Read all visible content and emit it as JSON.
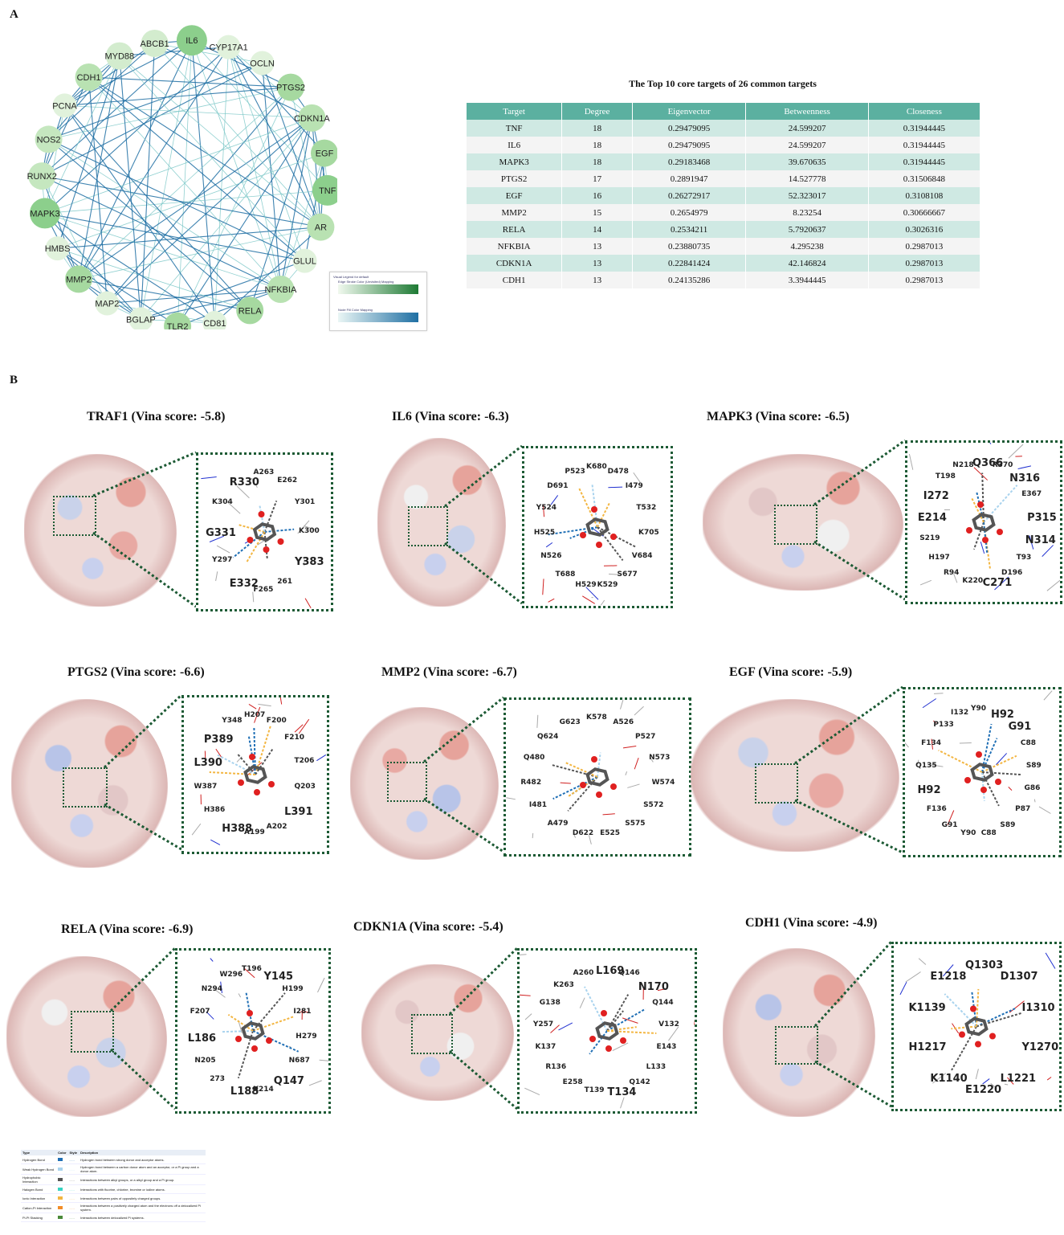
{
  "panels": {
    "a": "A",
    "b": "B"
  },
  "network": {
    "nodes": [
      {
        "label": "IL6",
        "color": "#8ccf8c"
      },
      {
        "label": "CYP17A1",
        "color": "#e1f2dc"
      },
      {
        "label": "OCLN",
        "color": "#e1f2dc"
      },
      {
        "label": "PTGS2",
        "color": "#a6d9a0"
      },
      {
        "label": "CDKN1A",
        "color": "#b9e2b2"
      },
      {
        "label": "EGF",
        "color": "#a6d9a0"
      },
      {
        "label": "TNF",
        "color": "#8ccf8c"
      },
      {
        "label": "AR",
        "color": "#b9e2b2"
      },
      {
        "label": "GLUL",
        "color": "#e1f2dc"
      },
      {
        "label": "NFKBIA",
        "color": "#b9e2b2"
      },
      {
        "label": "RELA",
        "color": "#a6d9a0"
      },
      {
        "label": "CD81",
        "color": "#e1f2dc"
      },
      {
        "label": "TLR2",
        "color": "#a6d9a0"
      },
      {
        "label": "BGLAP",
        "color": "#e1f2dc"
      },
      {
        "label": "MAP2",
        "color": "#e1f2dc"
      },
      {
        "label": "MMP2",
        "color": "#a6d9a0"
      },
      {
        "label": "HMBS",
        "color": "#e1f2dc"
      },
      {
        "label": "MAPK3",
        "color": "#8ccf8c"
      },
      {
        "label": "RUNX2",
        "color": "#c5e7bf"
      },
      {
        "label": "NOS2",
        "color": "#c5e7bf"
      },
      {
        "label": "PCNA",
        "color": "#e1f2dc"
      },
      {
        "label": "CDH1",
        "color": "#b9e2b2"
      },
      {
        "label": "MYD88",
        "color": "#d3ecce"
      },
      {
        "label": "ABCB1",
        "color": "#d3ecce"
      }
    ],
    "edge_color_dark": "#1f6fa3",
    "edge_color_light": "#7cc8c8",
    "legend": {
      "title": "Visual Legend for default",
      "edge_label": "Edge Stroke Color (Unvisited) Mapping",
      "node_label": "Node Fill Color Mapping"
    }
  },
  "table": {
    "title": "The Top 10 core targets of 26 common targets",
    "headers": [
      "Target",
      "Degree",
      "Eigenvector",
      "Betweenness",
      "Closeness"
    ],
    "rows": [
      [
        "TNF",
        "18",
        "0.29479095",
        "24.599207",
        "0.31944445"
      ],
      [
        "IL6",
        "18",
        "0.29479095",
        "24.599207",
        "0.31944445"
      ],
      [
        "MAPK3",
        "18",
        "0.29183468",
        "39.670635",
        "0.31944445"
      ],
      [
        "PTGS2",
        "17",
        "0.2891947",
        "14.527778",
        "0.31506848"
      ],
      [
        "EGF",
        "16",
        "0.26272917",
        "52.323017",
        "0.3108108"
      ],
      [
        "MMP2",
        "15",
        "0.2654979",
        "8.23254",
        "0.30666667"
      ],
      [
        "RELA",
        "14",
        "0.2534211",
        "5.7920637",
        "0.3026316"
      ],
      [
        "NFKBIA",
        "13",
        "0.23880735",
        "4.295238",
        "0.2987013"
      ],
      [
        "CDKN1A",
        "13",
        "0.22841424",
        "42.146824",
        "0.2987013"
      ],
      [
        "CDH1",
        "13",
        "0.24135286",
        "3.3944445",
        "0.2987013"
      ]
    ]
  },
  "docking": [
    {
      "title": "TRAF1 (Vina score: -5.8)",
      "residues": [
        {
          "t": "A263"
        },
        {
          "t": "E262"
        },
        {
          "t": "Y301"
        },
        {
          "t": "K300"
        },
        {
          "t": "Y383",
          "big": true
        },
        {
          "t": "261"
        },
        {
          "t": "F265"
        },
        {
          "t": "E332",
          "big": true
        },
        {
          "t": "Y297"
        },
        {
          "t": "G331",
          "big": true
        },
        {
          "t": "K304"
        },
        {
          "t": "R330",
          "big": true
        }
      ]
    },
    {
      "title": "IL6 (Vina score: -6.3)",
      "residues": [
        {
          "t": "K680"
        },
        {
          "t": "D478"
        },
        {
          "t": "I479"
        },
        {
          "t": "T532"
        },
        {
          "t": "K705"
        },
        {
          "t": "V684"
        },
        {
          "t": "S677"
        },
        {
          "t": "K529"
        },
        {
          "t": "H529"
        },
        {
          "t": "T688"
        },
        {
          "t": "N526"
        },
        {
          "t": "H525"
        },
        {
          "t": "Y524"
        },
        {
          "t": "D691"
        },
        {
          "t": "P523"
        }
      ]
    },
    {
      "title": "MAPK3 (Vina score: -6.5)",
      "residues": [
        {
          "t": "Q366",
          "big": true
        },
        {
          "t": "R370"
        },
        {
          "t": "N316",
          "big": true
        },
        {
          "t": "E367"
        },
        {
          "t": "P315",
          "big": true
        },
        {
          "t": "N314",
          "big": true
        },
        {
          "t": "T93"
        },
        {
          "t": "D196"
        },
        {
          "t": "C271",
          "big": true
        },
        {
          "t": "K220"
        },
        {
          "t": "R94"
        },
        {
          "t": "H197"
        },
        {
          "t": "S219"
        },
        {
          "t": "E214",
          "big": true
        },
        {
          "t": "I272",
          "big": true
        },
        {
          "t": "T198"
        },
        {
          "t": "N218"
        }
      ]
    },
    {
      "title": "PTGS2 (Vina score: -6.6)",
      "residues": [
        {
          "t": "H207"
        },
        {
          "t": "F200"
        },
        {
          "t": "F210"
        },
        {
          "t": "T206"
        },
        {
          "t": "Q203"
        },
        {
          "t": "L391",
          "big": true
        },
        {
          "t": "A202"
        },
        {
          "t": "A199"
        },
        {
          "t": "H388",
          "big": true
        },
        {
          "t": "H386"
        },
        {
          "t": "W387"
        },
        {
          "t": "L390",
          "big": true
        },
        {
          "t": "P389",
          "big": true
        },
        {
          "t": "Y348"
        }
      ]
    },
    {
      "title": "MMP2 (Vina score: -6.7)",
      "residues": [
        {
          "t": "K578"
        },
        {
          "t": "A526"
        },
        {
          "t": "P527"
        },
        {
          "t": "N573"
        },
        {
          "t": "W574"
        },
        {
          "t": "S572"
        },
        {
          "t": "S575"
        },
        {
          "t": "E525"
        },
        {
          "t": "D622"
        },
        {
          "t": "A479"
        },
        {
          "t": "I481"
        },
        {
          "t": "R482"
        },
        {
          "t": "Q480"
        },
        {
          "t": "Q624"
        },
        {
          "t": "G623"
        }
      ]
    },
    {
      "title": "EGF (Vina score: -5.9)",
      "residues": [
        {
          "t": "Y90"
        },
        {
          "t": "H92",
          "big": true
        },
        {
          "t": "G91",
          "big": true
        },
        {
          "t": "C88"
        },
        {
          "t": "S89"
        },
        {
          "t": "G86"
        },
        {
          "t": "P87"
        },
        {
          "t": "S89"
        },
        {
          "t": "C88"
        },
        {
          "t": "Y90"
        },
        {
          "t": "G91"
        },
        {
          "t": "F136"
        },
        {
          "t": "H92",
          "big": true
        },
        {
          "t": "Q135"
        },
        {
          "t": "F134"
        },
        {
          "t": "P133"
        },
        {
          "t": "I132"
        }
      ]
    },
    {
      "title": "RELA (Vina score: -6.9)",
      "residues": [
        {
          "t": "T196"
        },
        {
          "t": "Y145",
          "big": true
        },
        {
          "t": "H199"
        },
        {
          "t": "I281"
        },
        {
          "t": "H279"
        },
        {
          "t": "N687"
        },
        {
          "t": "Q147",
          "big": true
        },
        {
          "t": "K214"
        },
        {
          "t": "L188",
          "big": true
        },
        {
          "t": "273"
        },
        {
          "t": "N205"
        },
        {
          "t": "L186",
          "big": true
        },
        {
          "t": "F207"
        },
        {
          "t": "N294"
        },
        {
          "t": "W296"
        }
      ]
    },
    {
      "title": "CDKN1A (Vina score: -5.4)",
      "residues": [
        {
          "t": "L169",
          "big": true
        },
        {
          "t": "Q146"
        },
        {
          "t": "N170",
          "big": true
        },
        {
          "t": "Q144"
        },
        {
          "t": "V132"
        },
        {
          "t": "E143"
        },
        {
          "t": "L133"
        },
        {
          "t": "Q142"
        },
        {
          "t": "T134",
          "big": true
        },
        {
          "t": "T139"
        },
        {
          "t": "E258"
        },
        {
          "t": "R136"
        },
        {
          "t": "K137"
        },
        {
          "t": "Y257"
        },
        {
          "t": "G138"
        },
        {
          "t": "K263"
        },
        {
          "t": "A260"
        }
      ]
    },
    {
      "title": "CDH1 (Vina score: -4.9)",
      "residues": [
        {
          "t": "Q1303",
          "big": true
        },
        {
          "t": "D1307",
          "big": true
        },
        {
          "t": "I1310",
          "big": true
        },
        {
          "t": "Y1270",
          "big": true
        },
        {
          "t": "L1221",
          "big": true
        },
        {
          "t": "E1220",
          "big": true
        },
        {
          "t": "K1140",
          "big": true
        },
        {
          "t": "H1217",
          "big": true
        },
        {
          "t": "K1139",
          "big": true
        },
        {
          "t": "E1218",
          "big": true
        }
      ]
    }
  ],
  "interaction_legend": {
    "headers": [
      "Type",
      "Color",
      "Style",
      "Description"
    ],
    "rows": [
      {
        "type": "Hydrogen Bond",
        "color": "#1f6fb5",
        "style": "- - -",
        "desc": "Hydrogen bond between strong donor and acceptor atoms."
      },
      {
        "type": "Weak Hydrogen Bond",
        "color": "#a9d3ee",
        "style": "- - -",
        "desc": "Hydrogen bond between a carbon donor atom and an acceptor, or a Pi group and a donor atom."
      },
      {
        "type": "Hydrophobic Interaction",
        "color": "#555555",
        "style": "- - -",
        "desc": "Interactions between alkyl groups, or a alkyl group and a Pi group."
      },
      {
        "type": "Halogen Bond",
        "color": "#37d3c3",
        "style": "- - -",
        "desc": "Interactions with fluorine, chlorine, bromine or iodine atoms."
      },
      {
        "type": "Ionic Interaction",
        "color": "#f3b642",
        "style": "- - -",
        "desc": "Interactions between pairs of oppositely charged groups."
      },
      {
        "type": "Cation-Pi Interaction",
        "color": "#f28c28",
        "style": "- - -",
        "desc": "Interactions between a positively charged atom and the electrons off a delocalized Pi system."
      },
      {
        "type": "Pi-Pi Stacking",
        "color": "#4a8a3a",
        "style": "- - -",
        "desc": "Interactions between delocalized Pi systems."
      }
    ]
  }
}
